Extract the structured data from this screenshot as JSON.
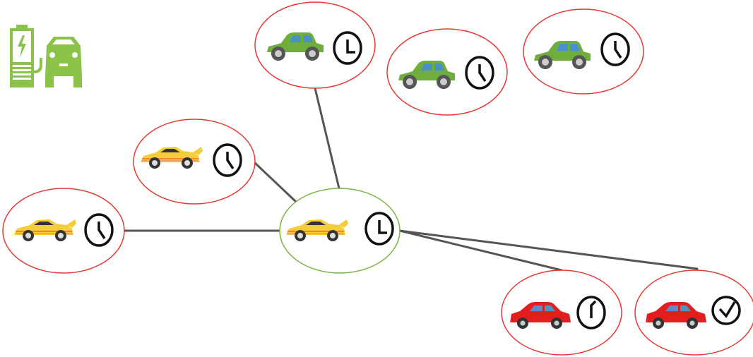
{
  "diagram": {
    "icon_legend": {
      "icon": "ev-charging-station-icon"
    },
    "colors": {
      "node_border_default": "#e53935",
      "node_border_center": "#7cb342",
      "edge": "#555555",
      "clock": "#111111",
      "ev_green": "#8bc34a",
      "car_yellow": "#f4cd3a",
      "car_green": "#6fae3b",
      "car_red": "#e21e1e"
    },
    "nodes": [
      {
        "id": "center",
        "car": "yellow-sports",
        "clock": "face-3oclock",
        "border": "green"
      },
      {
        "id": "left",
        "car": "yellow-sports",
        "clock": "face-5oclock",
        "border": "red"
      },
      {
        "id": "upper-left",
        "car": "yellow-sports",
        "clock": "face-5oclock",
        "border": "red"
      },
      {
        "id": "top-1",
        "car": "green-vintage",
        "clock": "face-3oclock",
        "border": "red"
      },
      {
        "id": "top-2",
        "car": "green-vintage",
        "clock": "face-5oclock",
        "border": "red"
      },
      {
        "id": "top-3",
        "car": "green-vintage",
        "clock": "face-5oclock",
        "border": "red"
      },
      {
        "id": "bottom-1",
        "car": "red-sedan",
        "clock": "face-1oclock",
        "border": "red"
      },
      {
        "id": "bottom-2",
        "car": "red-sedan",
        "clock": "face-check",
        "border": "red"
      }
    ],
    "edges": [
      {
        "from": "center",
        "to": "left"
      },
      {
        "from": "center",
        "to": "upper-left"
      },
      {
        "from": "center",
        "to": "top-1"
      },
      {
        "from": "center",
        "to": "bottom-1"
      },
      {
        "from": "center",
        "to": "bottom-2"
      }
    ]
  }
}
